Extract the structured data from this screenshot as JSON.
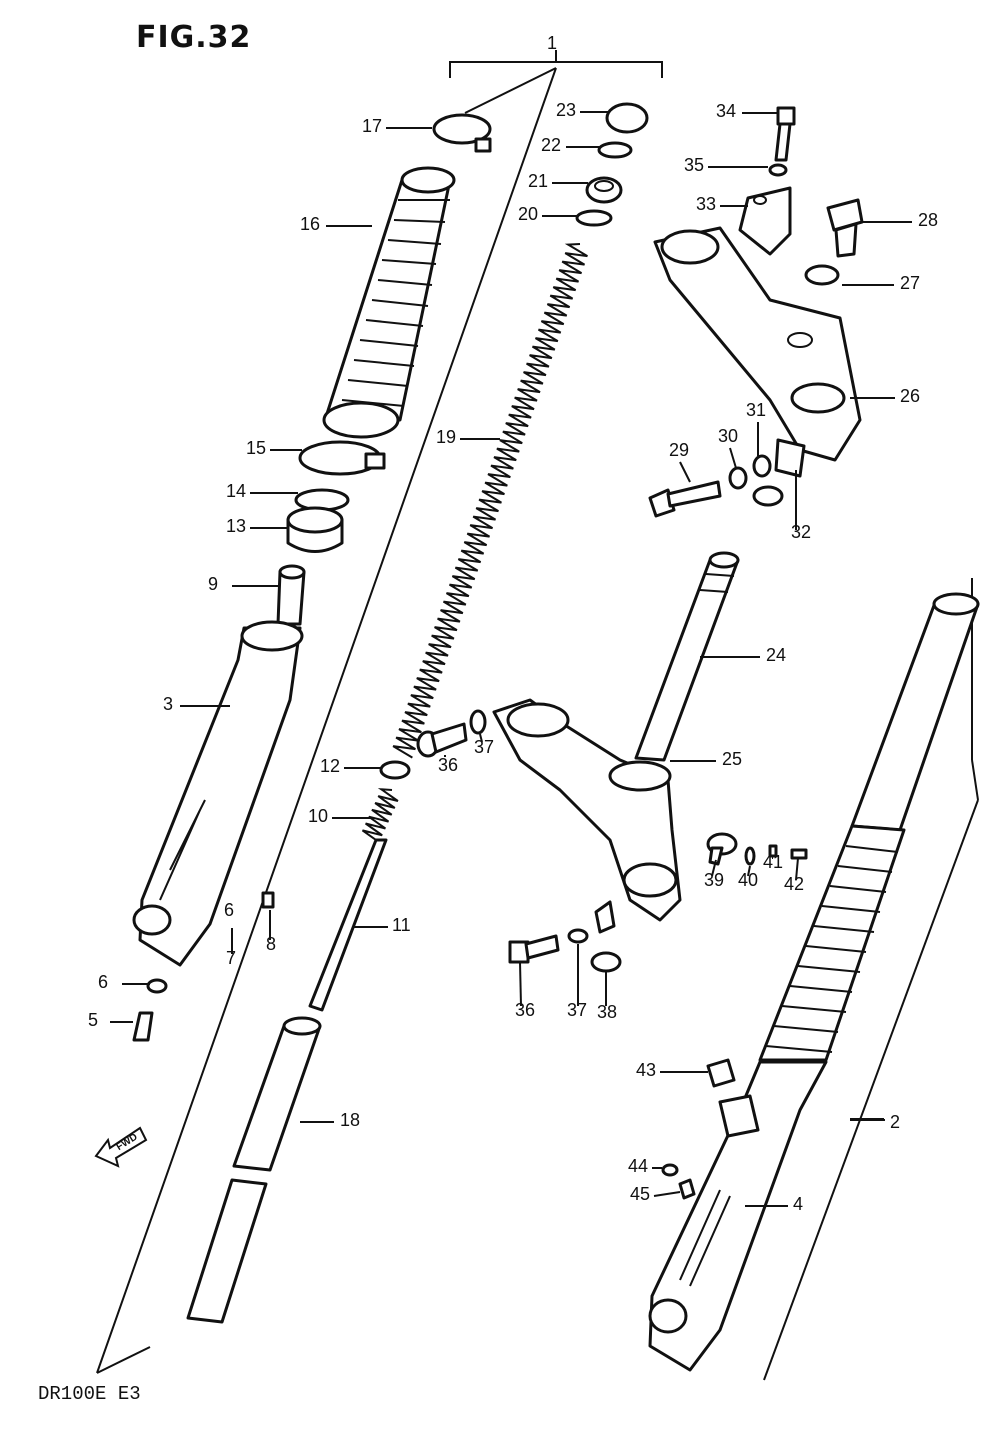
{
  "figure": {
    "title": "FIG.32",
    "model": "DR100E E3",
    "fwd_label": "FWD"
  },
  "callouts": [
    "1",
    "2",
    "3",
    "4",
    "5",
    "6",
    "6",
    "7",
    "8",
    "9",
    "10",
    "11",
    "12",
    "13",
    "14",
    "15",
    "16",
    "17",
    "18",
    "19",
    "20",
    "21",
    "22",
    "23",
    "24",
    "25",
    "26",
    "27",
    "28",
    "29",
    "30",
    "31",
    "32",
    "33",
    "34",
    "35",
    "36",
    "36",
    "37",
    "37",
    "38",
    "39",
    "40",
    "41",
    "42",
    "43",
    "44",
    "45"
  ]
}
